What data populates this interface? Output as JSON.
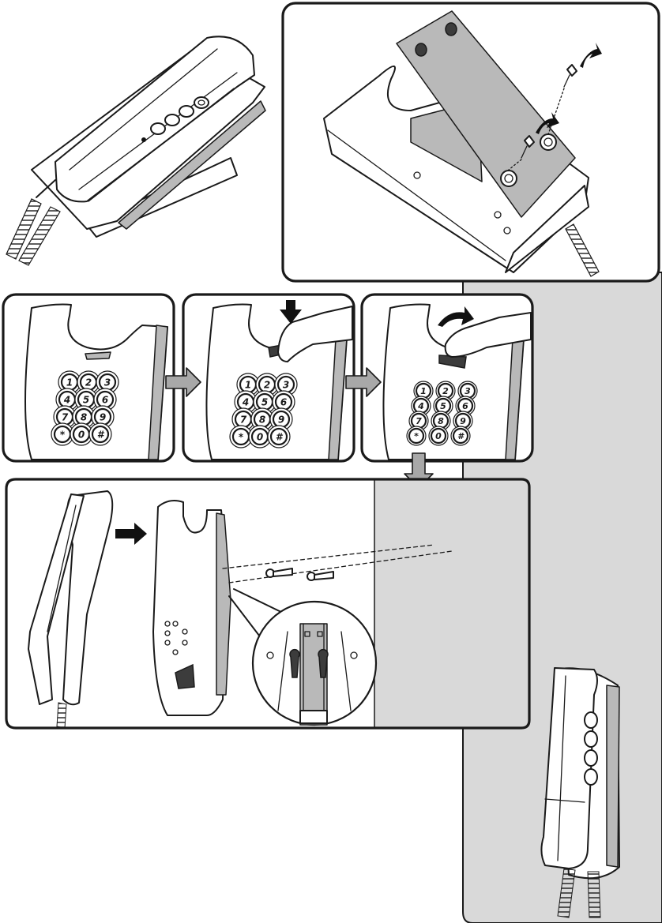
{
  "figure": {
    "background": "#ffffff",
    "wall_color": "#d9d9d9",
    "arrow_gray": "#a8a8a8",
    "ink": "#1a1a1a"
  },
  "keypad": {
    "rows": [
      [
        "1",
        "2",
        "3"
      ],
      [
        "4",
        "5",
        "6"
      ],
      [
        "7",
        "8",
        "9"
      ],
      [
        "*",
        "0",
        "#"
      ]
    ]
  },
  "icons": [
    "desk-phone-illustration",
    "base-cover-removal-illustration",
    "hook-tab-step-1",
    "hook-tab-step-2",
    "hook-tab-step-3",
    "wall-mount-illustration",
    "keyhole-detail-magnifier",
    "wall-mounted-phone-illustration"
  ]
}
